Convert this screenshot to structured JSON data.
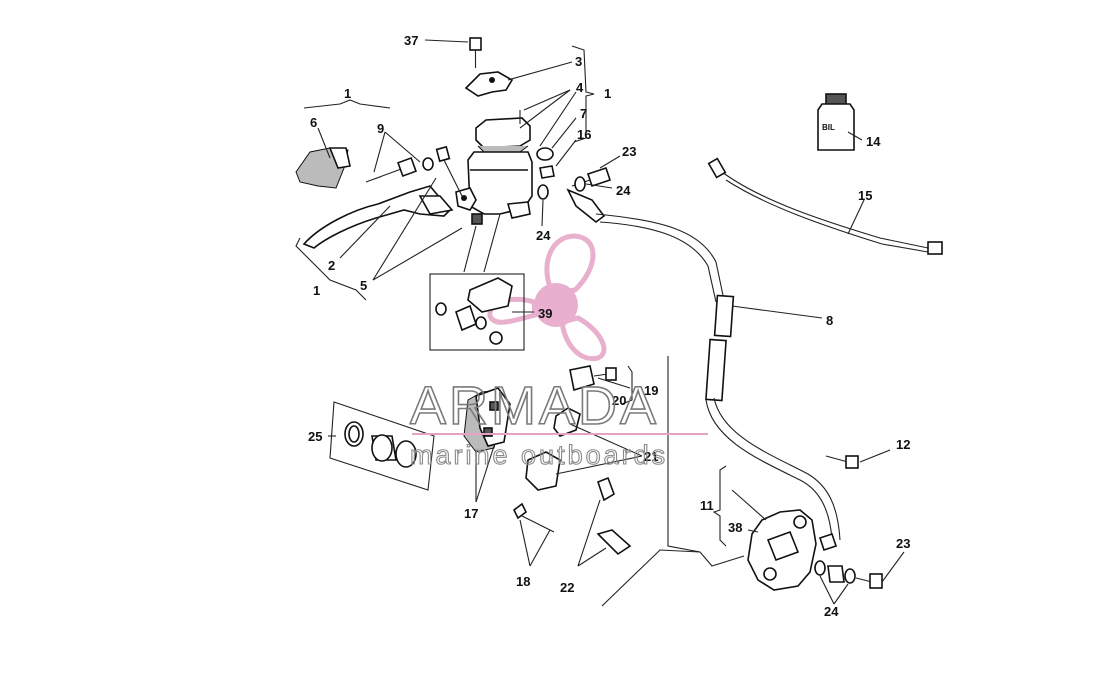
{
  "diagram": {
    "callouts": {
      "c37": "37",
      "c3": "3",
      "c4": "4",
      "c1a": "1",
      "c1b": "1",
      "c1c": "1",
      "c7": "7",
      "c16": "16",
      "c23a": "23",
      "c24a": "24",
      "c24b": "24",
      "c6": "6",
      "c9": "9",
      "c2": "2",
      "c5": "5",
      "c39": "39",
      "c14": "14",
      "c15": "15",
      "c8": "8",
      "c19": "19",
      "c20": "20",
      "c25": "25",
      "c21": "21",
      "c17": "17",
      "c18": "18",
      "c22": "22",
      "c12": "12",
      "c11": "11",
      "c38": "38",
      "c23b": "23",
      "c24c": "24"
    },
    "bottle_label": "BIL"
  },
  "watermark": {
    "title": "ARMADA",
    "subtitle": "marine outboards",
    "logo_color": "#e4a3c6"
  }
}
